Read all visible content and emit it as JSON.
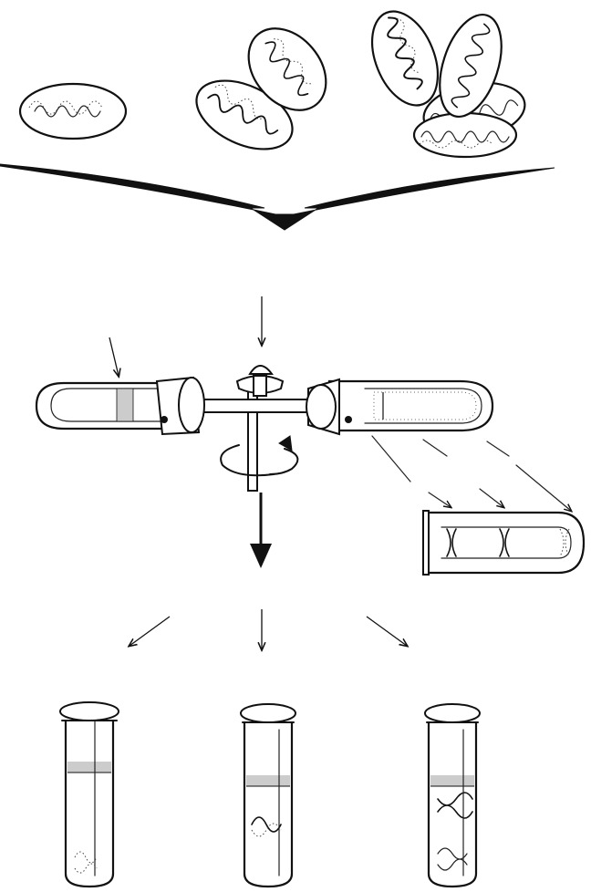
{
  "figure": {
    "title": "",
    "labels": [],
    "stages": [
      {
        "id": "mitochondria-samples",
        "description_visible": false
      },
      {
        "id": "ultracentrifuge",
        "description_visible": false
      },
      {
        "id": "result-tubes",
        "description_visible": false
      }
    ]
  },
  "colors": {
    "ink": "#111111",
    "background": "#ffffff"
  },
  "icons": [
    "mitochondrion-icon",
    "funnel-arrow-icon",
    "centrifuge-icon",
    "rotation-arrow-icon",
    "test-tube-icon",
    "dna-band-icon"
  ]
}
